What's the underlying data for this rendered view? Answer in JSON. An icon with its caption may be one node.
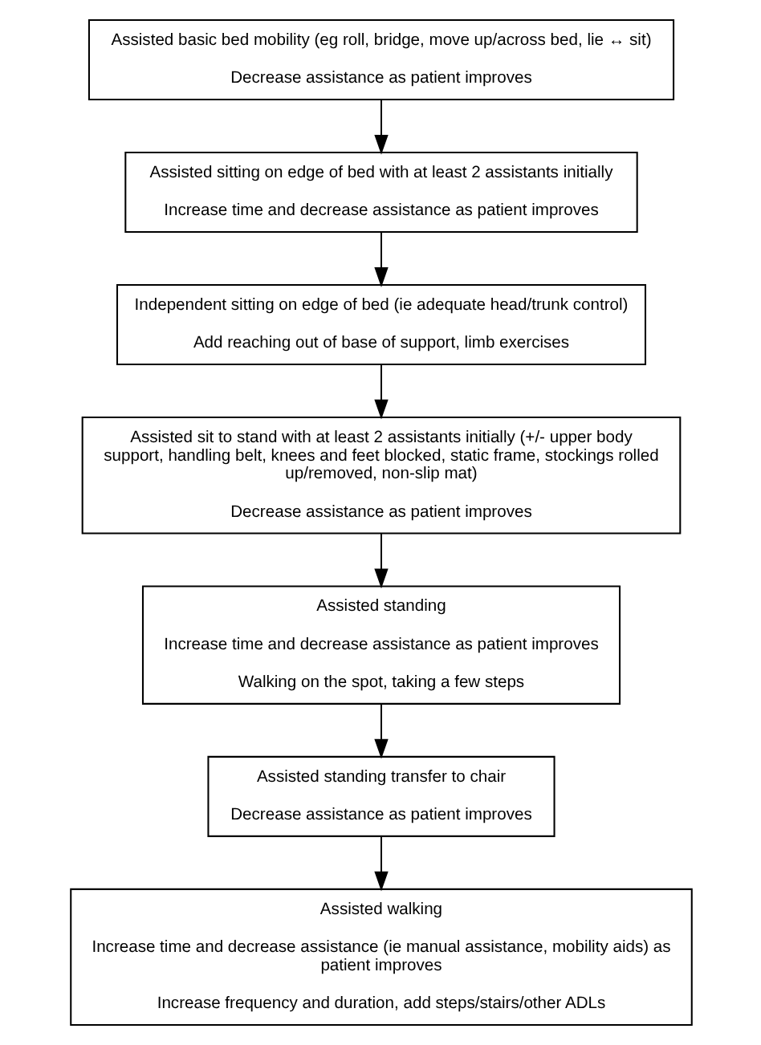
{
  "diagram": {
    "nodes": [
      {
        "text": [
          "Assisted basic bed mobility (eg roll, bridge, move up/across bed, lie ↔ sit)",
          "Decrease assistance as patient improves"
        ]
      },
      {
        "text": [
          "Assisted sitting on edge of bed with at least 2 assistants initially",
          "Increase time and decrease assistance as patient improves"
        ]
      },
      {
        "text": [
          "Independent sitting on edge of bed (ie adequate head/trunk control)",
          "Add reaching out of base of support, limb exercises"
        ]
      },
      {
        "text": [
          "Assisted sit to stand with at least 2 assistants initially (+/- upper body support, handling belt, knees and feet blocked, static frame, stockings rolled up/removed, non-slip mat)",
          "Decrease assistance as patient improves"
        ]
      },
      {
        "text": [
          "Assisted standing",
          "Increase time and decrease assistance as patient improves",
          "Walking on the spot, taking a few steps"
        ]
      },
      {
        "text": [
          "Assisted standing transfer to chair",
          "Decrease assistance as patient improves"
        ]
      },
      {
        "text": [
          "Assisted walking",
          "Increase time and decrease assistance (ie manual assistance, mobility aids) as patient improves",
          "Increase frequency and duration, add steps/stairs/other ADLs"
        ]
      }
    ],
    "edges": [
      {
        "from": 0,
        "to": 1,
        "arrow": "to"
      },
      {
        "from": 1,
        "to": 2,
        "arrow": "to"
      },
      {
        "from": 2,
        "to": 3,
        "arrow": "to"
      },
      {
        "from": 3,
        "to": 4,
        "arrow": "to"
      },
      {
        "from": 4,
        "to": 5,
        "arrow": "to"
      },
      {
        "from": 5,
        "to": 6,
        "arrow": "to"
      }
    ]
  }
}
